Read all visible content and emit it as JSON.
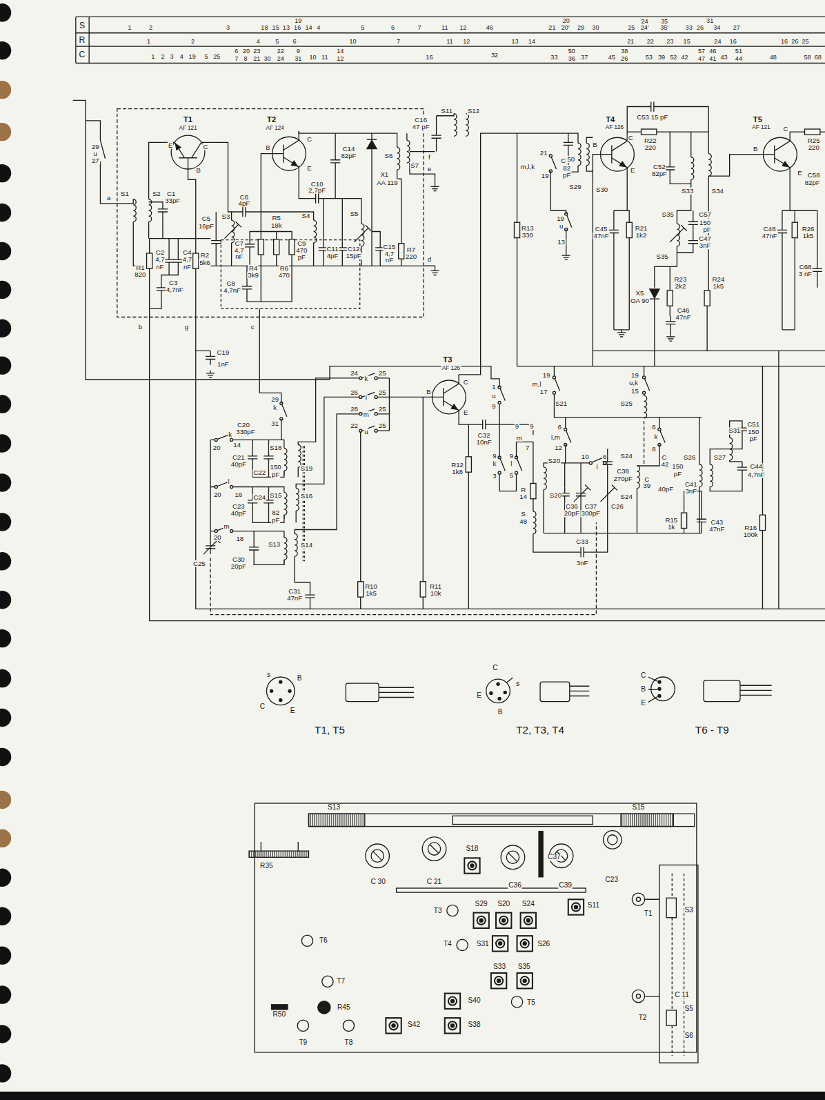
{
  "diagram": {
    "labels": [
      "S",
      "R",
      "C",
      "1",
      "2",
      "3",
      "18",
      "15",
      "13",
      "19",
      "16",
      "14",
      "4",
      "5",
      "6",
      "7",
      "11",
      "12",
      "46",
      "21",
      "20",
      "20'",
      "29",
      "30",
      "25",
      "24",
      "24'",
      "35",
      "35'",
      "33",
      "26",
      "31",
      "34",
      "27",
      "1",
      "2",
      "4",
      "5",
      "6",
      "10",
      "7",
      "11",
      "12",
      "13",
      "14",
      "21",
      "22",
      "23",
      "15",
      "24",
      "16",
      "16",
      "26",
      "25",
      "1",
      "2",
      "3",
      "4",
      "19",
      "5",
      "25",
      "6",
      "7",
      "20",
      "8",
      "23",
      "21",
      "30",
      "22",
      "24",
      "9",
      "31",
      "10",
      "11",
      "14",
      "12",
      "16",
      "32",
      "33",
      "50",
      "36",
      "37",
      "45",
      "38",
      "26",
      "53",
      "39",
      "52",
      "42",
      "57",
      "47",
      "46",
      "41",
      "43",
      "51",
      "44",
      "48",
      "58",
      "68",
      "T1",
      "AF 121",
      "E",
      "C",
      "B",
      "T2",
      "AF 124",
      "B",
      "C",
      "E",
      "C14",
      "82pF",
      "X1",
      "AA 119",
      "S6",
      "S7",
      "C16",
      "47 pF",
      "S11",
      "S12",
      "f",
      "e",
      "d",
      "29",
      "u",
      "27",
      "a",
      "S1",
      "S2",
      "C1",
      "33pF",
      "C6",
      "4pF",
      "C10",
      "2,7pF",
      "S4",
      "C5",
      "16pF",
      "S3",
      "R5",
      "18k",
      "C7",
      "4,7",
      "nF",
      "R4",
      "3k9",
      "R6",
      "470",
      "C9",
      "470",
      "pF",
      "C11",
      "4pF",
      "C12",
      "15pF",
      "S5",
      "C15",
      "4,7",
      "nF",
      "R7",
      "220",
      "R1",
      "820",
      "C2",
      "4,7",
      "nF",
      "C4",
      "4,7",
      "nF",
      "R2",
      "5k6",
      "C3",
      "4,7nF",
      "C8",
      "4,7nF",
      "b",
      "g",
      "c",
      "C19",
      "1nF",
      "T4",
      "AF 126",
      "B",
      "C",
      "E",
      "C53 15 pF",
      "R22",
      "220",
      "C52",
      "82pF",
      "S33",
      "S34",
      "T5",
      "AF 121",
      "B",
      "C",
      "E",
      "R25",
      "220",
      "C58",
      "82pF",
      "S30",
      "S29",
      "C",
      "50",
      "82",
      "pF",
      "21",
      "m,l,k",
      "19",
      "19",
      "u",
      "13",
      "R13",
      "330",
      "C45",
      "47nF",
      "R21",
      "1k2",
      "S35",
      "C57",
      "150",
      "pF",
      "C47",
      "3nF",
      "S35",
      "R23",
      "2k2",
      "X5",
      "OA 90",
      "R24",
      "1k5",
      "C46",
      "47nF",
      "C48",
      "47nF",
      "R26",
      "1k5",
      "C68",
      "3 nF",
      "T3",
      "AF 126",
      "B",
      "C",
      "E",
      "24",
      "k",
      "25",
      "26",
      "l",
      "25",
      "28",
      "m",
      "25",
      "22",
      "u",
      "25",
      "29",
      "k",
      "31",
      "C20",
      "330pF",
      "k",
      "14",
      "20",
      "C21",
      "40pF",
      "C22",
      "S18",
      "150",
      "pF",
      "S19",
      "l",
      "20",
      "16",
      "C23",
      "40pF",
      "C24",
      "S15",
      "82",
      "pF",
      "S16",
      "m",
      "20",
      "18",
      "C25",
      "C30",
      "20pF",
      "S13",
      "S14",
      "C31",
      "47nF",
      "R10",
      "1k5",
      "R11",
      "10k",
      "R12",
      "1k8",
      "C32",
      "10nF",
      "1",
      "u",
      "9",
      "9",
      "9",
      "m",
      "7",
      "9",
      "k",
      "3",
      "9",
      "l",
      "5",
      "R",
      "14",
      "S",
      "48",
      "19",
      "m,l",
      "17",
      "S21",
      "19",
      "u,k",
      "15",
      "S25",
      "6",
      "l,m",
      "12",
      "S20",
      "S20",
      "10",
      "l",
      "6",
      "C36",
      "20pF",
      "C37",
      "300pF",
      "C38",
      "270pF",
      "S24",
      "S24",
      "C26",
      "6",
      "k",
      "8",
      "C",
      "42",
      "C",
      "39",
      "40pF",
      "150",
      "pF",
      "S26",
      "S27",
      "C41",
      "3nF",
      "R15",
      "1k",
      "C43",
      "47nF",
      "S31",
      "C51",
      "150",
      "pF",
      "C44",
      "4,7nF",
      "R16",
      "100k",
      "C33",
      "3nF",
      "s",
      "B",
      "C",
      "E",
      "T1, T5",
      "C",
      "s",
      "E",
      "B",
      "T2, T3, T4",
      "C",
      "B",
      "E",
      "T6 - T9",
      "S13",
      "S15",
      "R35",
      "C 30",
      "C 21",
      "S18",
      "C37",
      "C36",
      "C39",
      "C23",
      "S29",
      "S20",
      "S24",
      "T3",
      "S11",
      "T1",
      "S3",
      "T4",
      "S31",
      "S26",
      "T6",
      "S33",
      "S35",
      "T7",
      "S40",
      "T5",
      "C 11",
      "S5",
      "T2",
      "S6",
      "R50",
      "R45",
      "T9",
      "T8",
      "S42",
      "S38"
    ]
  }
}
